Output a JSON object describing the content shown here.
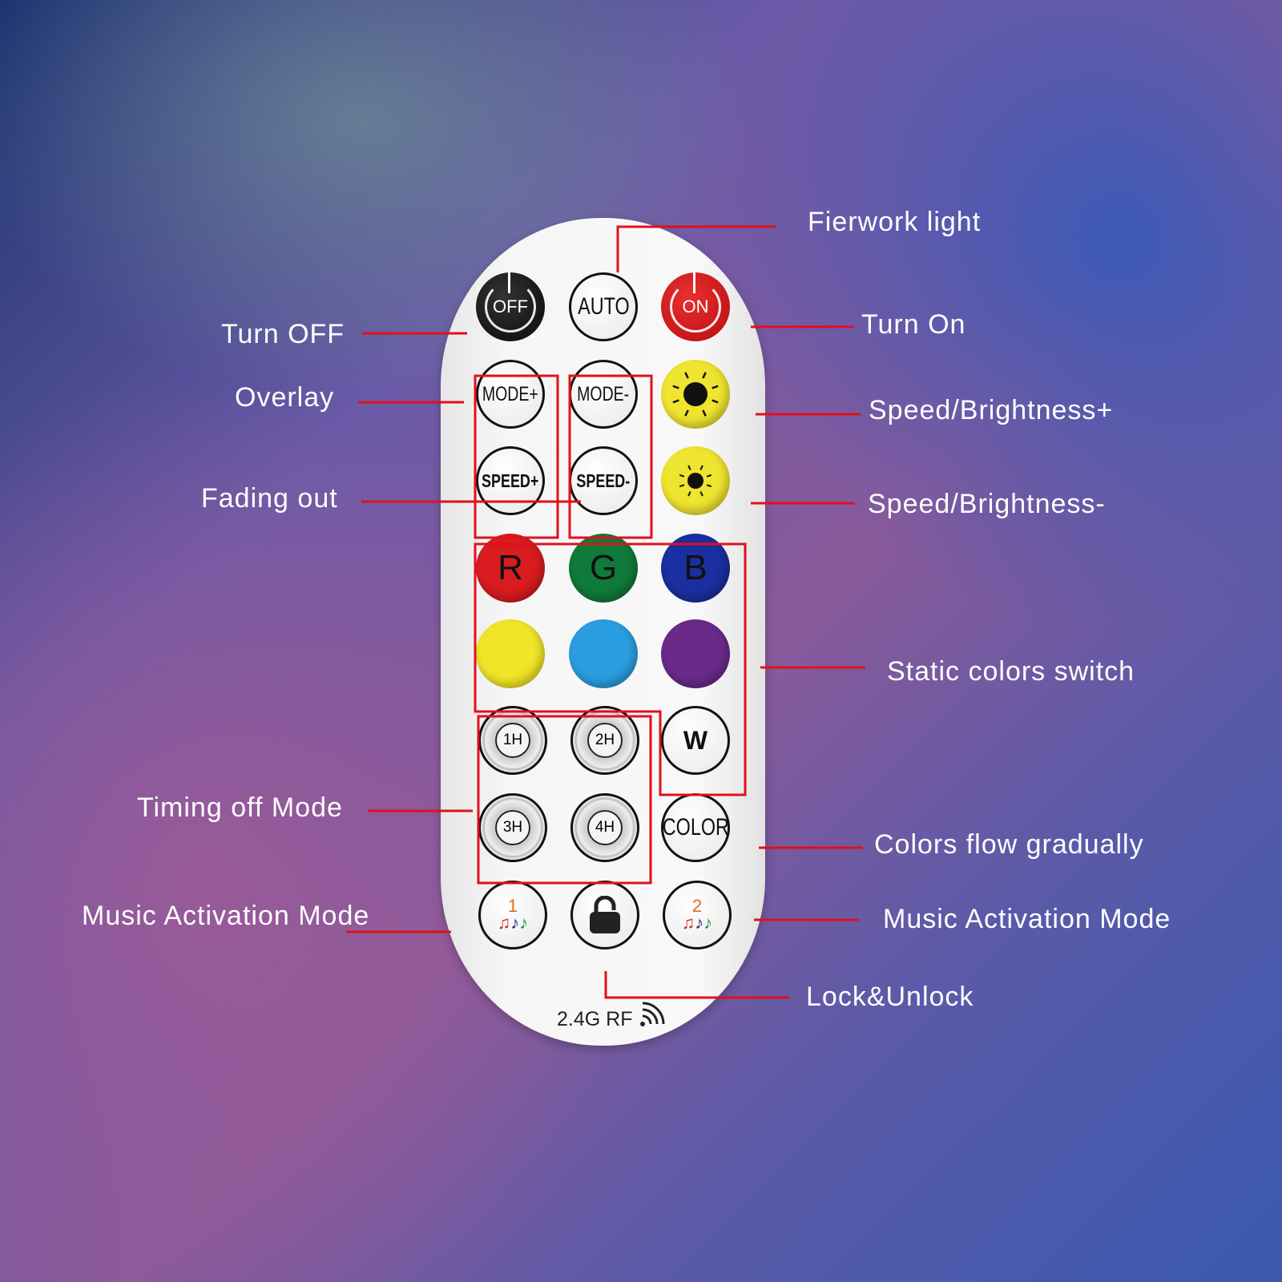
{
  "remote": {
    "buttons": {
      "off": "OFF",
      "auto": "AUTO",
      "on": "ON",
      "mode_plus": "MODE+",
      "mode_minus": "MODE-",
      "speed_plus": "SPEED+",
      "speed_minus": "SPEED-",
      "r": "R",
      "g": "G",
      "b": "B",
      "w": "W",
      "t1": "1H",
      "t2": "2H",
      "t3": "3H",
      "t4": "4H",
      "color": "COLOR",
      "music1": "1",
      "music2": "2"
    },
    "rf_label": "2.4G RF",
    "colors": {
      "red": "#d81c20",
      "green": "#0f7a3a",
      "blue": "#1a2fa0",
      "yellow": "#f0e526",
      "cyan": "#2a9ee0",
      "purple": "#6a2a8a",
      "accent_line": "#e0101c"
    }
  },
  "labels": {
    "fierwork": "Fierwork light",
    "turn_off": "Turn OFF",
    "turn_on": "Turn On",
    "overlay": "Overlay",
    "speed_plus": "Speed/Brightness+",
    "fading": "Fading out",
    "speed_minus": "Speed/Brightness-",
    "static": "Static colors switch",
    "timing": "Timing off Mode",
    "colors_flow": "Colors flow gradually",
    "music_left": "Music Activation Mode",
    "music_right": "Music Activation Mode",
    "lock": "Lock&Unlock"
  }
}
